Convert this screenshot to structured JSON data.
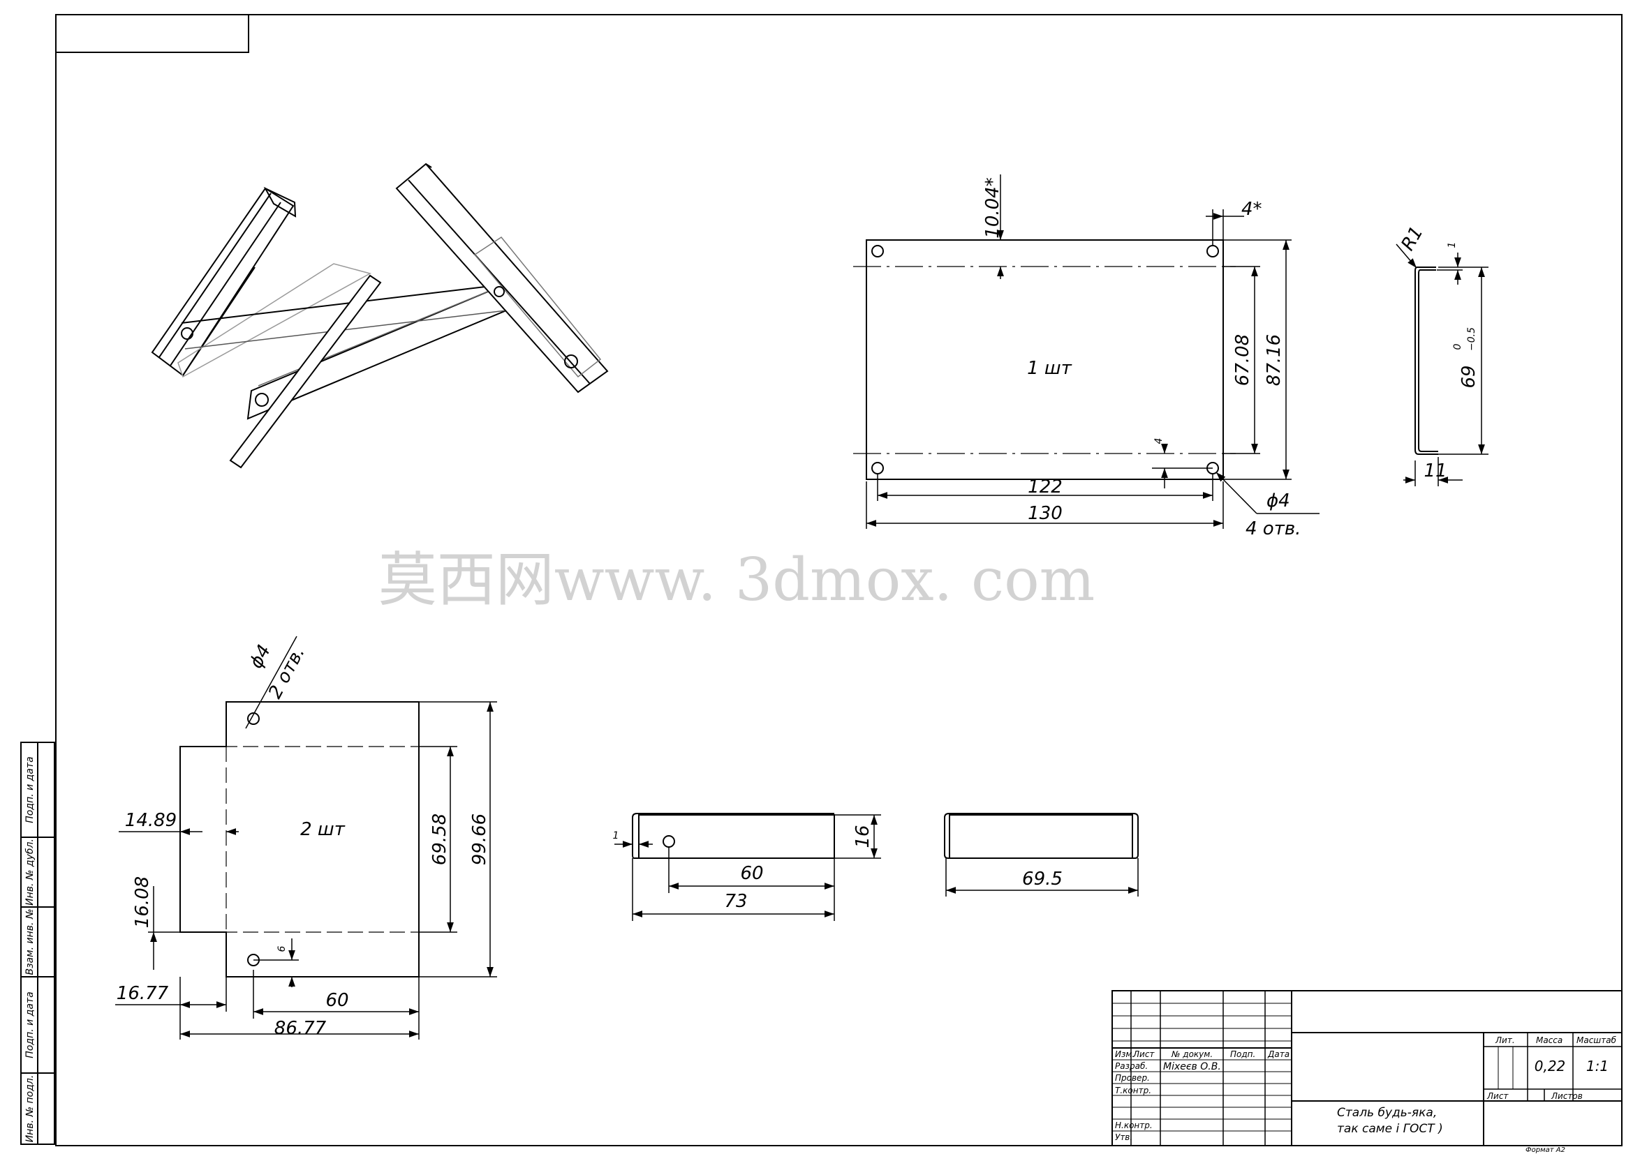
{
  "views": {
    "plate": {
      "qty": "1 шт",
      "dims": {
        "edge_top": "10.04*",
        "edge_right": "4*",
        "hole_spacing_h": "122",
        "width": "130",
        "hole_spacing_v": "67.08",
        "height": "87.16",
        "edge_bottom": "4",
        "hole_dia": "ϕ4",
        "hole_count": "4 отв."
      }
    },
    "bracket_profile": {
      "dims": {
        "radius": "R1",
        "thickness": "1",
        "height": "69",
        "tol_upper": "0",
        "tol_lower": "−0.5",
        "flange": "11"
      }
    },
    "flat_pattern": {
      "qty": "2 шт",
      "dims": {
        "hole_dia": "ϕ4",
        "hole_count": "2 отв.",
        "offset_left": "14.89",
        "inner_height": "69.58",
        "total_height": "99.66",
        "flange_height": "16.08",
        "hole_offset": "6",
        "flange_width": "16.77",
        "hole_spacing": "60",
        "total_width": "86.77"
      }
    },
    "side_view_1": {
      "dims": {
        "thickness": "1",
        "hole_spacing": "60",
        "length": "73",
        "height": "16"
      }
    },
    "side_view_2": {
      "dims": {
        "length": "69.5"
      }
    }
  },
  "side_strip": [
    "Подп. и дата",
    "Инв. № дубл.",
    "Взам. инв. №",
    "Подп. и дата",
    "Инв. № подл."
  ],
  "title_block": {
    "headers": [
      "Изм.",
      "Лист",
      "№ докум.",
      "Подп.",
      "Дата"
    ],
    "rows": [
      {
        "role": "Разраб.",
        "name": "Міхеєв О.В."
      },
      {
        "role": "Провер.",
        "name": ""
      },
      {
        "role": "Т.контр.",
        "name": ""
      },
      {
        "role": "Н.контр.",
        "name": ""
      },
      {
        "role": "Утв.",
        "name": ""
      }
    ],
    "lit_label": "Лит.",
    "mass_label": "Масса",
    "scale_label": "Масштаб",
    "mass": "0,22",
    "scale": "1:1",
    "sheet_label": "Лист",
    "sheets_label": "Листов",
    "material_line1": "Сталь будь-яка,",
    "material_line2": "так саме і ГОСТ )",
    "format": "Формат А2"
  },
  "watermark": "莫西网www. 3dmox. com"
}
